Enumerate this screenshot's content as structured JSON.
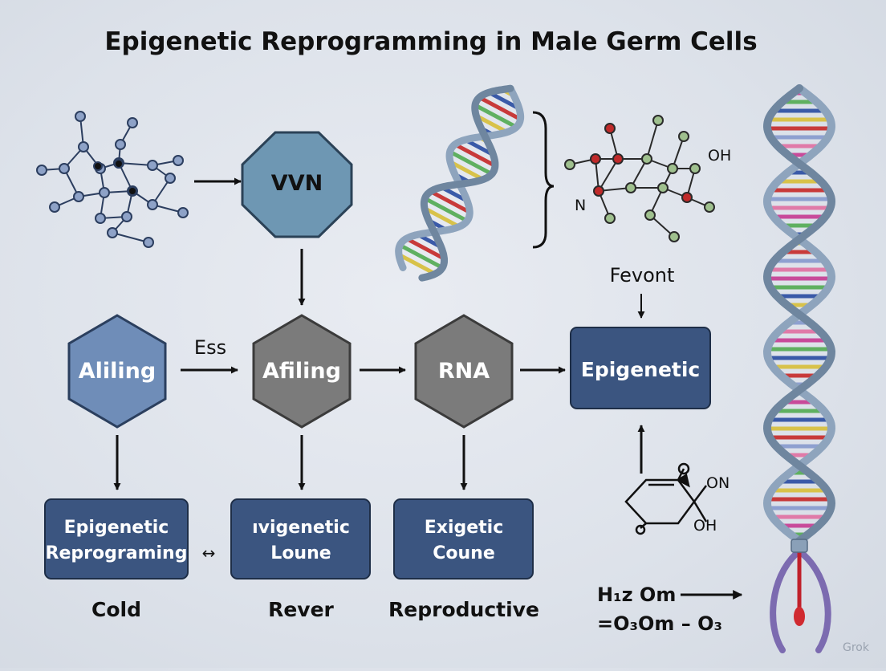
{
  "title": "Epigenetic Reprogramming in Male Germ Cells",
  "nodes": {
    "top": "VVN",
    "hex1": "Aliling",
    "hex2": "Afiling",
    "hex3": "RNA",
    "right_box": "Epigenetic"
  },
  "boxes": {
    "b1_line1": "Epigenetic",
    "b1_line2": "Reprograming",
    "b2_line1": "ıvigenetic",
    "b2_line2": "Loune",
    "b3_line1": "Exigetic",
    "b3_line2": "Coune"
  },
  "labels": {
    "ess": "Ess",
    "fevont": "Fevont",
    "between_boxes": "↔",
    "cold": "Cold",
    "rever": "Rever",
    "reproductive": "Reproductive"
  },
  "chemistry": {
    "oh_top": "OH",
    "n_label": "N",
    "o_label": "O",
    "on_label": "ON",
    "oh_bottom": "OH",
    "o_bottom": "O"
  },
  "formula": {
    "line1": "H₁z Om",
    "line2": "=O₃Om – O₃"
  },
  "watermark": "Grok",
  "colors": {
    "blue_hex": "#6f8db8",
    "steel_octagon": "#6e97b3",
    "gray_hex": "#7b7b7b",
    "navy_box": "#3b5580",
    "dna_strand": "#8ea4bd"
  }
}
